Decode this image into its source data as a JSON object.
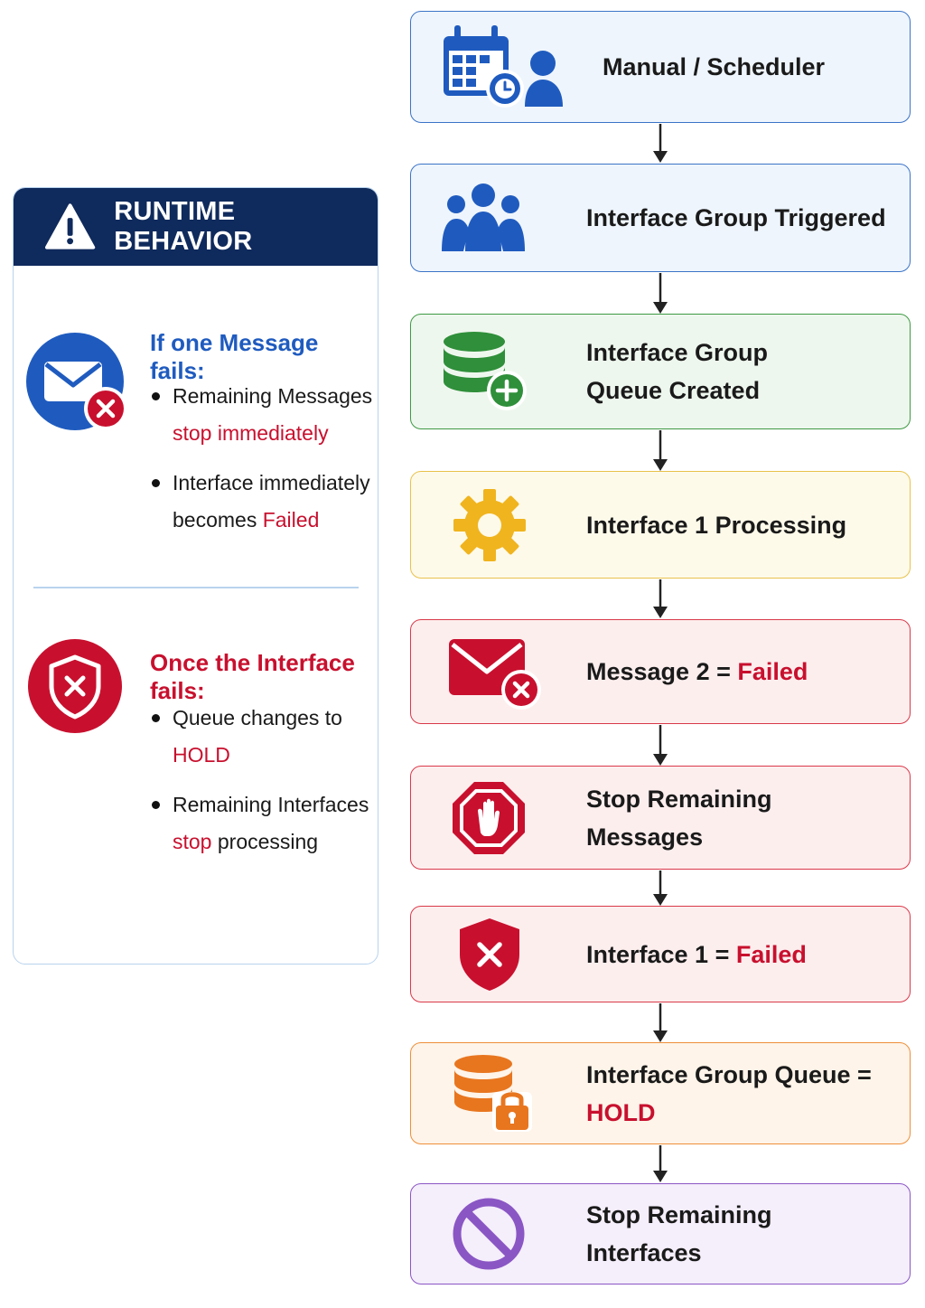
{
  "panel": {
    "title": "RUNTIME BEHAVIOR",
    "section1": {
      "heading": "If one Message fails:",
      "bullet1_line1": "Remaining Messages",
      "bullet1_line2": "stop immediately",
      "bullet2_line1": "Interface immediately",
      "bullet2_line2_prefix": "becomes ",
      "bullet2_line2_highlight": "Failed"
    },
    "section2": {
      "heading": "Once the Interface fails:",
      "bullet1_prefix": "Queue changes to ",
      "bullet1_highlight": "HOLD",
      "bullet2_line1": "Remaining Interfaces",
      "bullet2_line2_highlight": "stop",
      "bullet2_line2_suffix": " processing"
    }
  },
  "flow": {
    "step1": {
      "label": "Manual / Scheduler",
      "icon": "calendar-user-icon"
    },
    "step2": {
      "label": "Interface Group Triggered",
      "icon": "group-icon"
    },
    "step3": {
      "line1": "Interface Group",
      "line2": "Queue Created",
      "icon": "database-add-icon"
    },
    "step4": {
      "label": "Interface 1 Processing",
      "icon": "gear-icon"
    },
    "step5": {
      "prefix": "Message 2 = ",
      "highlight": "Failed",
      "icon": "mail-error-icon"
    },
    "step6": {
      "label": "Stop Remaining Messages",
      "icon": "stop-hand-icon"
    },
    "step7": {
      "prefix": "Interface 1 = ",
      "highlight": "Failed",
      "icon": "shield-x-icon"
    },
    "step8": {
      "line1": "Interface Group Queue =",
      "highlight": "HOLD",
      "icon": "database-lock-icon"
    },
    "step9": {
      "label": "Stop Remaining Interfaces",
      "icon": "prohibited-icon"
    }
  },
  "colors": {
    "navy": "#0f2a5c",
    "blue": "#1f5bbf",
    "green": "#2f8f3a",
    "yellow": "#f0b41e",
    "red": "#c8102e",
    "orange": "#e8761f",
    "purple": "#8a56c4"
  }
}
